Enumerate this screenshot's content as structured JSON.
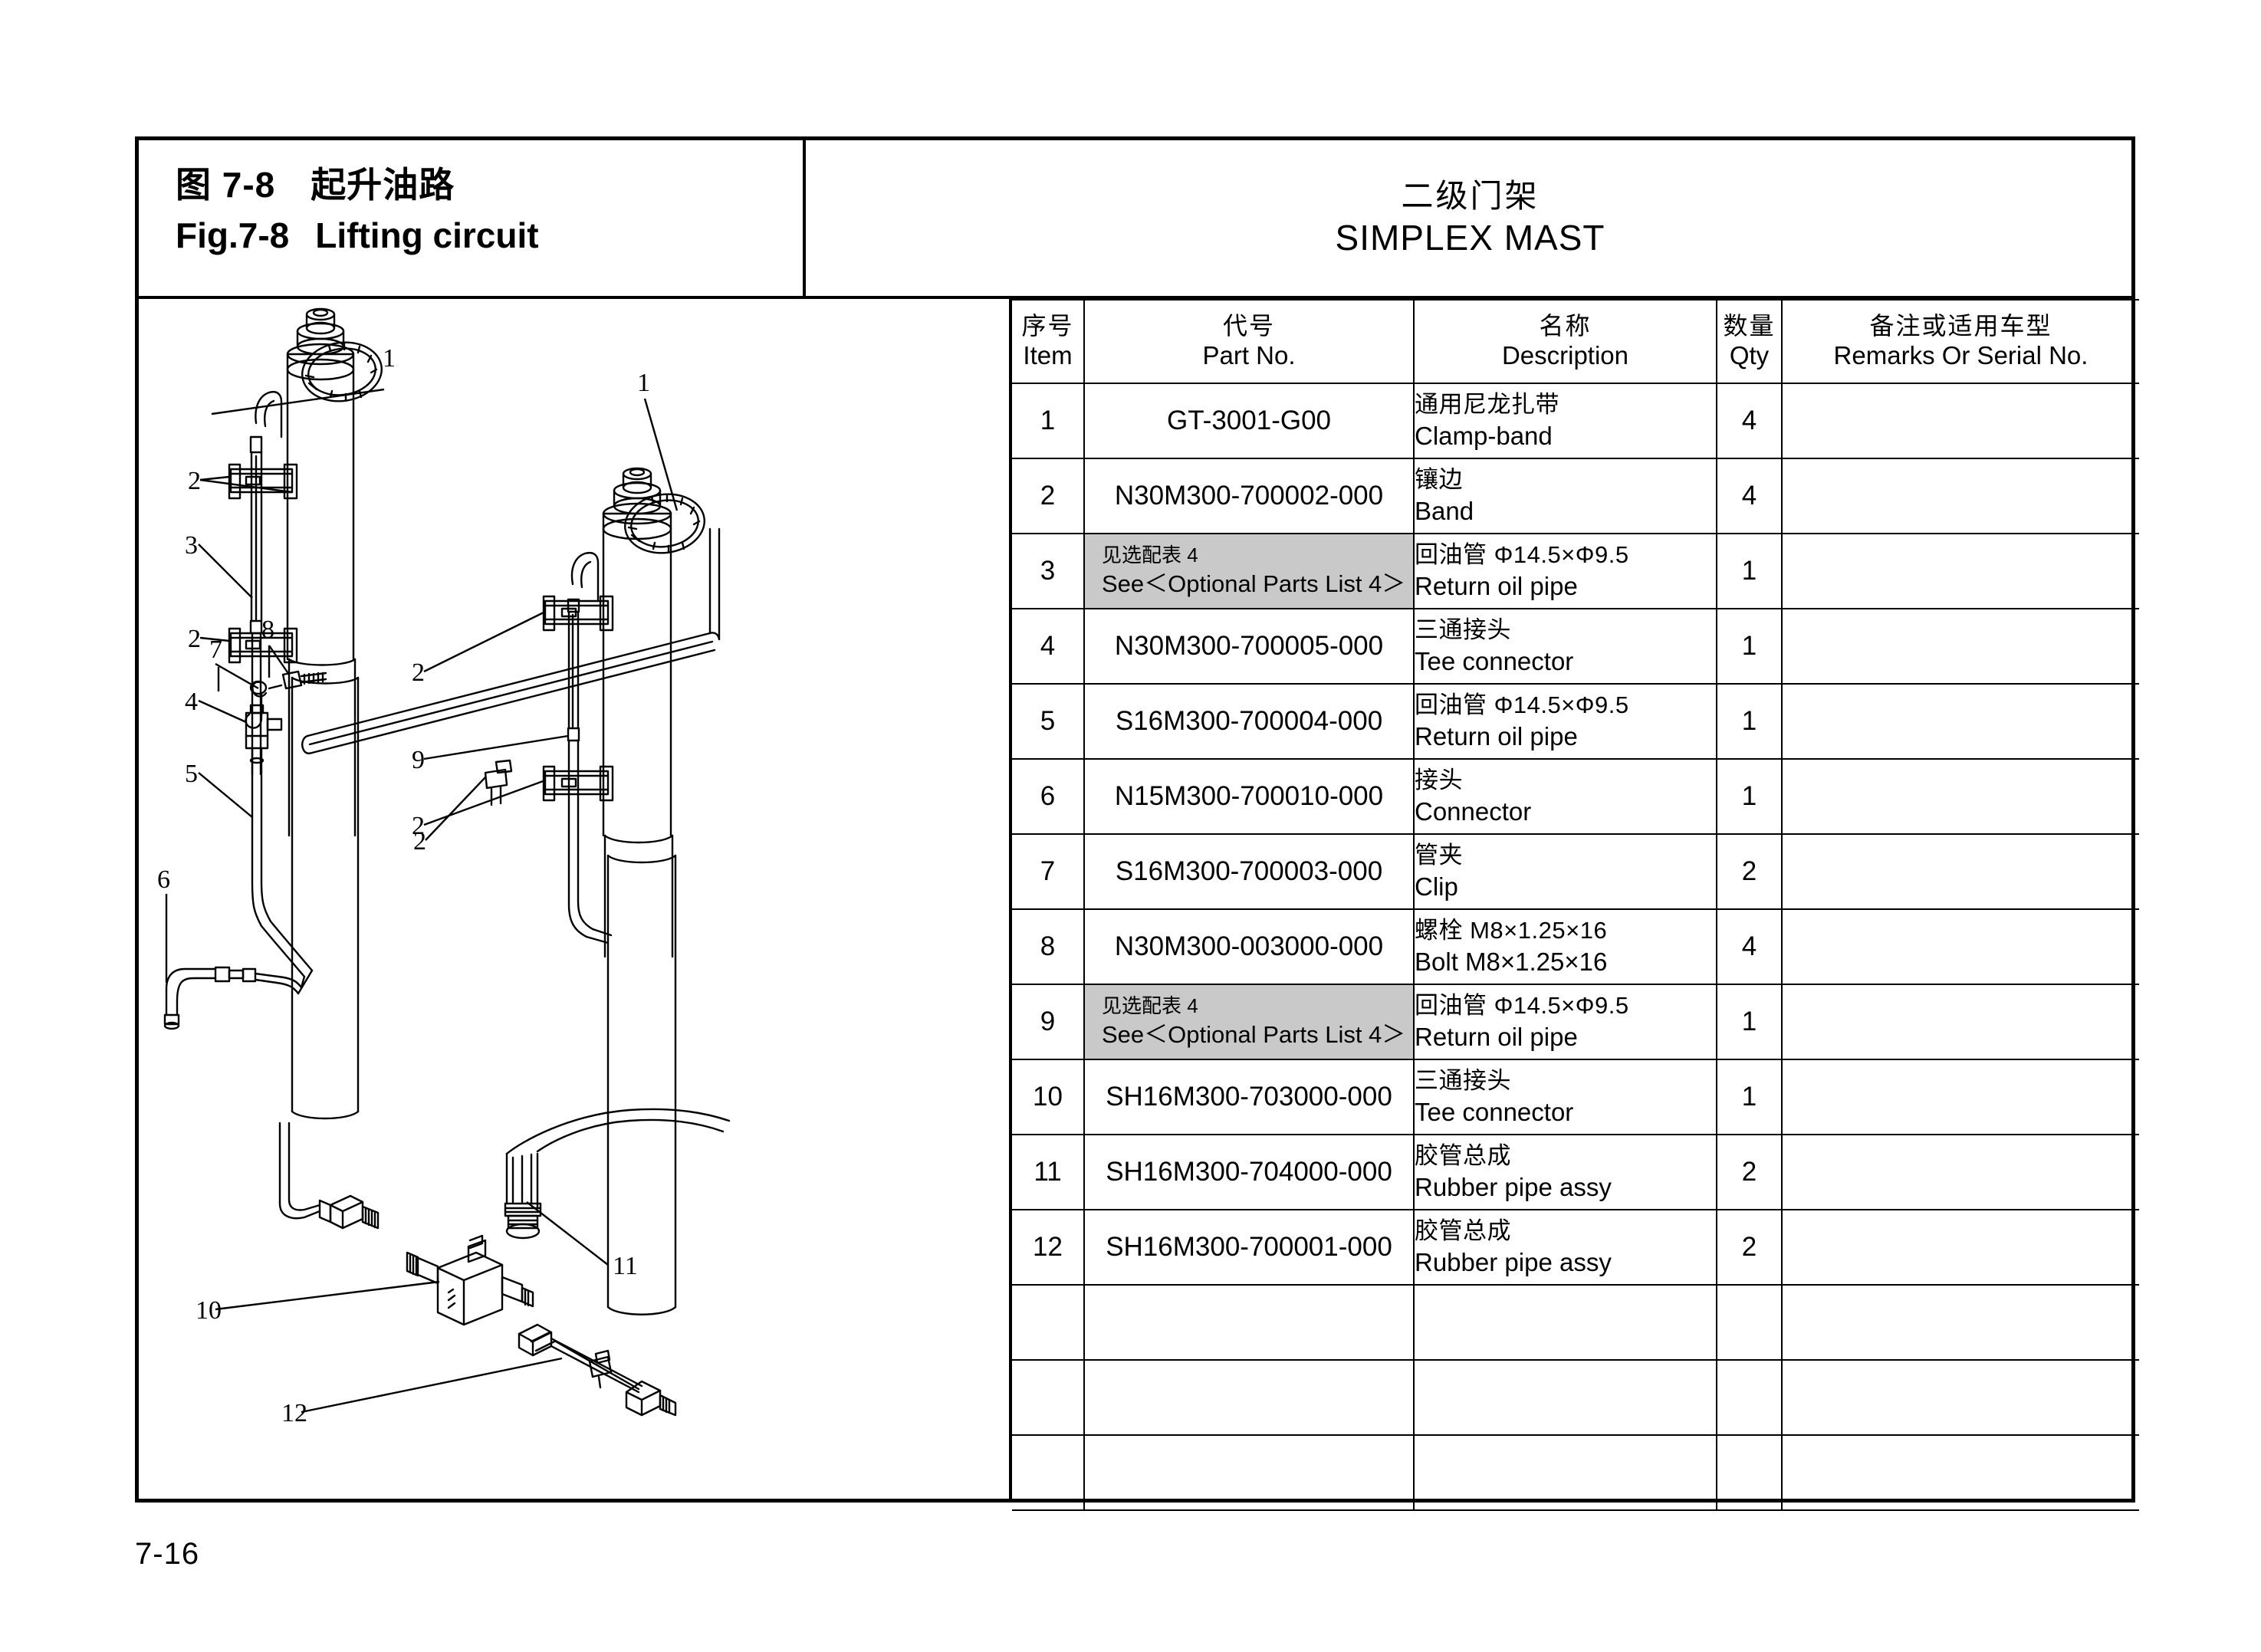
{
  "figure": {
    "label_cn": "图 7-8",
    "title_cn": "起升油路",
    "label_en": "Fig.7-8",
    "title_en": "Lifting circuit"
  },
  "mast": {
    "title_cn": "二级门架",
    "title_en": "SIMPLEX MAST"
  },
  "table": {
    "headers": [
      {
        "cn": "序号",
        "en": "Item"
      },
      {
        "cn": "代号",
        "en": "Part No."
      },
      {
        "cn": "名称",
        "en": "Description"
      },
      {
        "cn": "数量",
        "en": "Qty"
      },
      {
        "cn": "备注或适用车型",
        "en": "Remarks Or Serial No."
      }
    ],
    "rows": [
      {
        "item": "1",
        "part_no": "GT-3001-G00",
        "optional": false,
        "desc_cn": "通用尼龙扎带",
        "desc_en": "Clamp-band",
        "qty": "4",
        "remarks": ""
      },
      {
        "item": "2",
        "part_no": "N30M300-700002-000",
        "optional": false,
        "desc_cn": "镶边",
        "desc_en": "Band",
        "qty": "4",
        "remarks": ""
      },
      {
        "item": "3",
        "part_no": "",
        "optional": true,
        "opt_cn": "见选配表 4",
        "opt_en": "See＜Optional Parts List 4＞",
        "desc_cn": "回油管 Φ14.5×Φ9.5",
        "desc_en": "Return oil pipe",
        "qty": "1",
        "remarks": ""
      },
      {
        "item": "4",
        "part_no": "N30M300-700005-000",
        "optional": false,
        "desc_cn": "三通接头",
        "desc_en": "Tee connector",
        "qty": "1",
        "remarks": ""
      },
      {
        "item": "5",
        "part_no": "S16M300-700004-000",
        "optional": false,
        "desc_cn": "回油管 Φ14.5×Φ9.5",
        "desc_en": "Return oil pipe",
        "qty": "1",
        "remarks": ""
      },
      {
        "item": "6",
        "part_no": "N15M300-700010-000",
        "optional": false,
        "desc_cn": "接头",
        "desc_en": "Connector",
        "qty": "1",
        "remarks": ""
      },
      {
        "item": "7",
        "part_no": "S16M300-700003-000",
        "optional": false,
        "desc_cn": "管夹",
        "desc_en": "Clip",
        "qty": "2",
        "remarks": ""
      },
      {
        "item": "8",
        "part_no": "N30M300-003000-000",
        "optional": false,
        "desc_cn": "螺栓 M8×1.25×16",
        "desc_en": "Bolt M8×1.25×16",
        "qty": "4",
        "remarks": ""
      },
      {
        "item": "9",
        "part_no": "",
        "optional": true,
        "opt_cn": "见选配表 4",
        "opt_en": "See＜Optional Parts List 4＞",
        "desc_cn": "回油管 Φ14.5×Φ9.5",
        "desc_en": "Return oil pipe",
        "qty": "1",
        "remarks": ""
      },
      {
        "item": "10",
        "part_no": "SH16M300-703000-000",
        "optional": false,
        "desc_cn": "三通接头",
        "desc_en": "Tee connector",
        "qty": "1",
        "remarks": ""
      },
      {
        "item": "11",
        "part_no": "SH16M300-704000-000",
        "optional": false,
        "desc_cn": "胶管总成",
        "desc_en": "Rubber pipe assy",
        "qty": "2",
        "remarks": ""
      },
      {
        "item": "12",
        "part_no": "SH16M300-700001-000",
        "optional": false,
        "desc_cn": "胶管总成",
        "desc_en": "Rubber pipe assy",
        "qty": "2",
        "remarks": ""
      }
    ],
    "empty_row_count": 3
  },
  "illustration": {
    "description": "Exploded line drawing of simplex mast lifting hydraulic circuit",
    "callouts": [
      {
        "id": "c1-top",
        "label": "1"
      },
      {
        "id": "c2-a",
        "label": "2"
      },
      {
        "id": "c3",
        "label": "3"
      },
      {
        "id": "c2-b",
        "label": "2"
      },
      {
        "id": "c4",
        "label": "4"
      },
      {
        "id": "c5",
        "label": "5"
      },
      {
        "id": "c6",
        "label": "6"
      },
      {
        "id": "c7",
        "label": "7"
      },
      {
        "id": "c8",
        "label": "8"
      },
      {
        "id": "c9",
        "label": "9"
      },
      {
        "id": "c2-c",
        "label": "2"
      },
      {
        "id": "c2-d",
        "label": "2"
      },
      {
        "id": "c1-right",
        "label": "1"
      },
      {
        "id": "c2-e",
        "label": "2"
      },
      {
        "id": "c10",
        "label": "10"
      },
      {
        "id": "c11",
        "label": "11"
      },
      {
        "id": "c12",
        "label": "12"
      }
    ]
  },
  "page": {
    "number": "7-16"
  },
  "colors": {
    "optional_cell_bg": "#c9c9c9",
    "frame": "#000000",
    "paper": "#ffffff"
  }
}
